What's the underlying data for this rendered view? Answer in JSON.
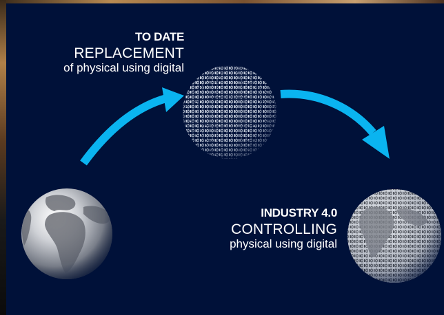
{
  "captions": {
    "to_date": {
      "heading": "TO DATE",
      "title": "REPLACEMENT",
      "subtitle": "of physical using digital"
    },
    "industry": {
      "heading": "INDUSTRY 4.0",
      "title": "CONTROLLING",
      "subtitle": "physical using digital"
    }
  },
  "colors": {
    "background": "#001139",
    "arrow": "#0ab4f0",
    "text": "#ffffff"
  },
  "icons": {
    "physical_globe": "earth-globe-icon",
    "digital_globe": "binary-globe-icon",
    "hybrid_globe": "half-earth-half-binary-globe-icon",
    "arrow_up": "curved-arrow-icon",
    "arrow_down": "curved-arrow-icon"
  }
}
